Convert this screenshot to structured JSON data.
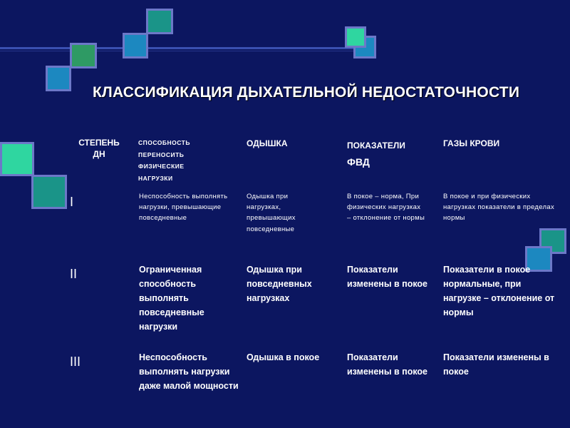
{
  "title": "КЛАССИФИКАЦИЯ ДЫХАТЕЛЬНОЙ НЕДОСТАТОЧНОСТИ",
  "colors": {
    "background": "#0c1660",
    "line": "#3a4fb0",
    "square_border": "#6c78c8",
    "teal": "#1a9488",
    "green": "#2e9a64",
    "blue": "#1c88c0",
    "mint": "#2fd6a0"
  },
  "table": {
    "headers": {
      "degree_line1": "СТЕПЕНЬ",
      "degree_line2": "ДН",
      "capacity": "СПОСОБНОСТЬ ПЕРЕНОСИТЬ ФИЗИЧЕСКИЕ НАГРУЗКИ",
      "dyspnea": "ОДЫШКА",
      "fvd_line1": "ПОКАЗАТЕЛИ",
      "fvd_line2": "ФВД",
      "gases": "ГАЗЫ КРОВИ"
    },
    "rows": [
      {
        "degree": "I",
        "capacity": "Неспособность выполнять нагрузки, превышающие повседневные",
        "dyspnea": "Одышка при нагрузках, превышающих повседневные",
        "fvd": "В покое – норма, При физических нагрузках – отклонение от нормы",
        "gases": "В покое и при физических нагрузках показатели в пределах нормы"
      },
      {
        "degree": "II",
        "capacity": "Ограниченная способность выполнять повседневные нагрузки",
        "dyspnea": "Одышка при повседневных нагрузках",
        "fvd": "Показатели изменены в покое",
        "gases": "Показатели в покое нормальные, при нагрузке – отклонение от нормы"
      },
      {
        "degree": "III",
        "capacity": "Неспособность выполнять нагрузки даже малой мощности",
        "dyspnea": "Одышка в покое",
        "fvd": "Показатели изменены в покое",
        "gases": "Показатели изменены в покое"
      }
    ]
  }
}
